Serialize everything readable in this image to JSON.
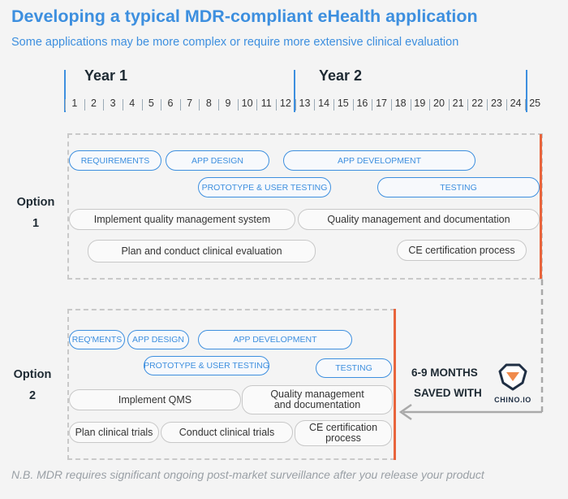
{
  "header": {
    "title": "Developing a typical MDR-compliant eHealth application",
    "subtitle": "Some applications may be more complex or require more extensive clinical evaluation"
  },
  "timeline": {
    "year1": "Year 1",
    "year2": "Year 2",
    "months": [
      "1",
      "2",
      "3",
      "4",
      "5",
      "6",
      "7",
      "8",
      "9",
      "10",
      "11",
      "12",
      "13",
      "14",
      "15",
      "16",
      "17",
      "18",
      "19",
      "20",
      "21",
      "22",
      "23",
      "24",
      "25"
    ]
  },
  "option1": {
    "label_line1": "Option",
    "label_line2": "1",
    "requirements": "REQUIREMENTS",
    "app_design": "APP DESIGN",
    "app_development": "APP DEVELOPMENT",
    "prototype": "PROTOTYPE & USER TESTING",
    "testing": "TESTING",
    "qms": "Implement quality management system",
    "qm_docs": "Quality management and documentation",
    "clinical": "Plan and conduct clinical evaluation",
    "ce": "CE certification process"
  },
  "option2": {
    "label_line1": "Option",
    "label_line2": "2",
    "reqments": "REQ'MENTS",
    "app_design": "APP DESIGN",
    "app_development": "APP DEVELOPMENT",
    "prototype": "PROTOTYPE & USER TESTING",
    "testing": "TESTING",
    "qms": "Implement QMS",
    "qm_docs_line1": "Quality management",
    "qm_docs_line2": "and documentation",
    "plan_trials": "Plan clinical trials",
    "conduct_trials": "Conduct clinical trials",
    "ce_line1": "CE certification",
    "ce_line2": "process"
  },
  "savings": {
    "line1": "6-9 MONTHS",
    "line2": "SAVED WITH",
    "brand": "CHINO.IO"
  },
  "footnote": "N.B. MDR requires significant ongoing post-market surveillance after you release your product",
  "colors": {
    "accent": "#3d8fdf",
    "deadline": "#e8643c",
    "brand_dark": "#1f2f44",
    "brand_orange": "#f08a4b"
  }
}
